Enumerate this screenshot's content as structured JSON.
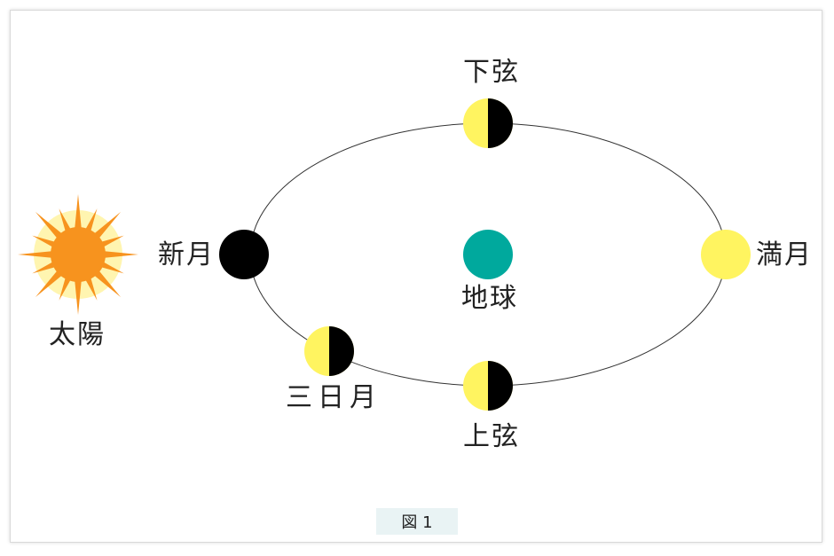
{
  "labels": {
    "sun": "太陽",
    "earth": "地球",
    "new_moon": "新月",
    "full_moon": "満月",
    "last_quarter": "下弦",
    "first_quarter": "上弦",
    "crescent": "三日月"
  },
  "caption": "図 1",
  "colors": {
    "sun_core": "#f7931e",
    "sun_glow": "#fff5b0",
    "earth": "#00a99d",
    "moon_lit": "#fff460",
    "moon_dark": "#000000",
    "orbit": "#333333",
    "caption_bg": "#e9f3f4"
  }
}
